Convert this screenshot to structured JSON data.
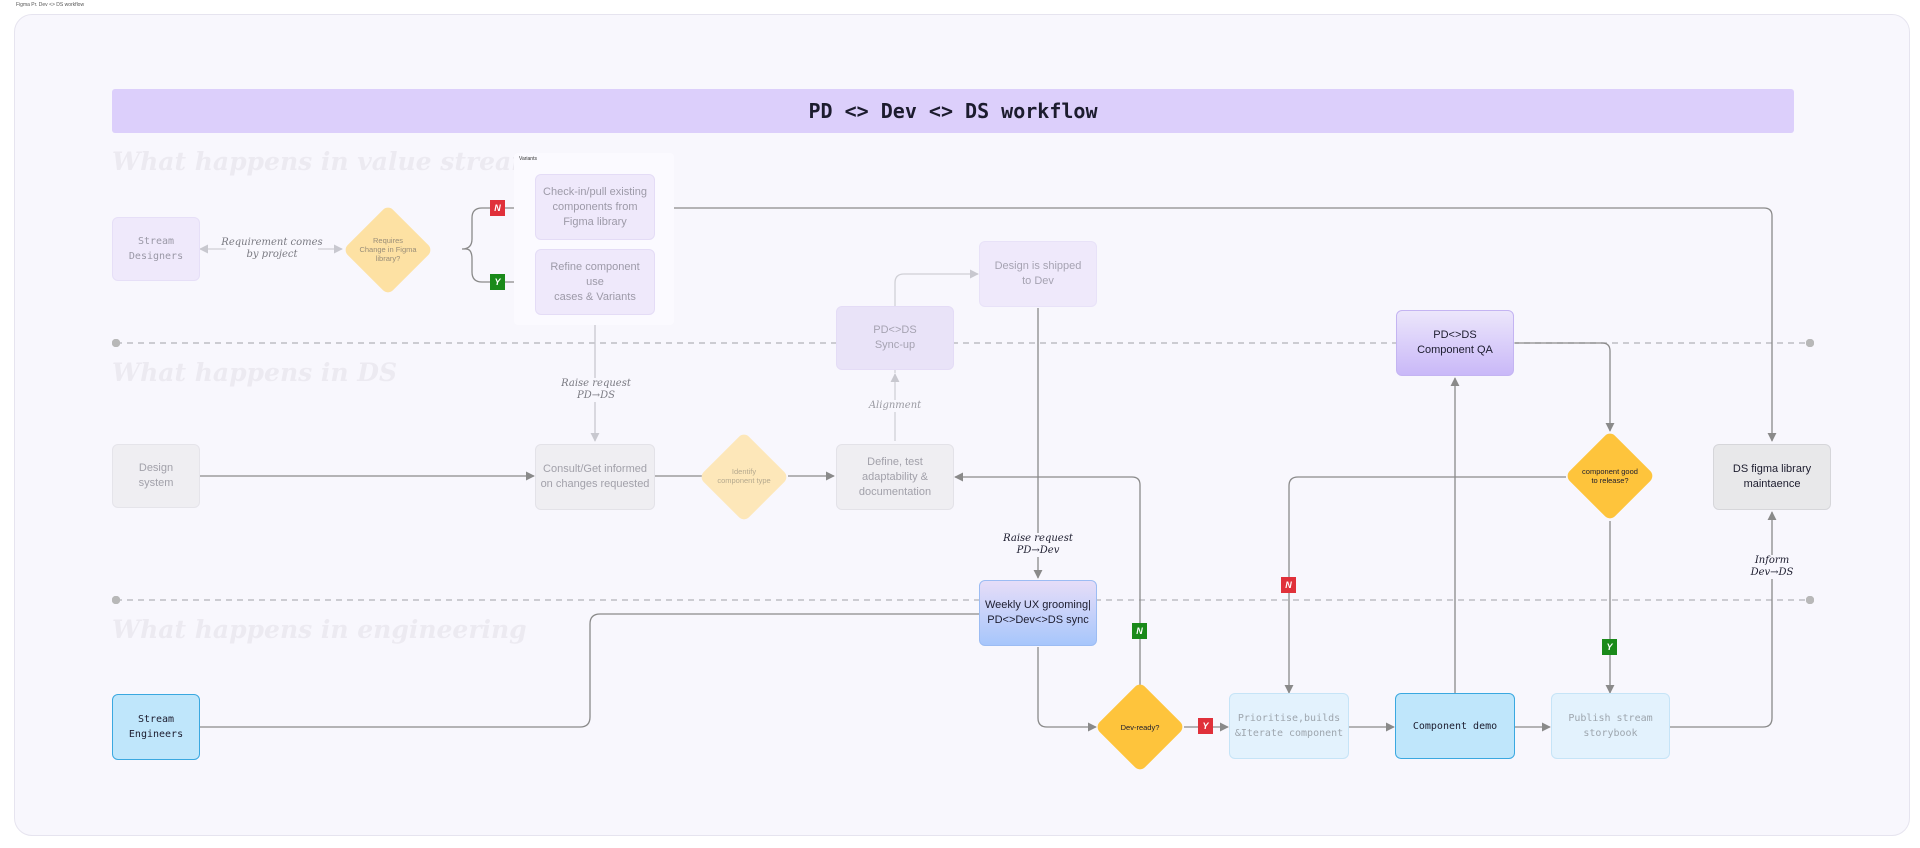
{
  "frame_label": "Figma Pr. Dev <> DS workflow",
  "title": "PD <> Dev <> DS workflow",
  "lanes": {
    "value_stream": "What happens in value stream",
    "ds": "What happens in DS",
    "engineering": "What happens in engineering"
  },
  "section_label": "Variants",
  "nodes": {
    "stream_designers": "Stream\nDesigners",
    "checkin": "Check-in/pull existing\ncomponents from\nFigma library",
    "refine": "Refine component use\ncases & Variants",
    "design_shipped": "Design is shipped\nto Dev",
    "pd_ds_sync": "PD<>DS\nSync-up",
    "pd_ds_qa": "PD<>DS\nComponent QA",
    "design_system": "Design\nsystem",
    "consult": "Consult/Get informed\non changes requested",
    "define_test": "Define, test\nadaptability &\ndocumentation",
    "ds_library": "DS figma library\nmaintaence",
    "weekly_ux": "Weekly UX grooming|\nPD<>Dev<>DS sync",
    "stream_engineers": "Stream\nEngineers",
    "prioritise": "Prioritise,builds\n&Iterate component",
    "component_demo": "Component demo",
    "publish": "Publish stream\nstorybook"
  },
  "decisions": {
    "requires_change": "Requires\nChange in Figma\nlibrary?",
    "identify_type": "Identify\ncomponent type",
    "component_good": "component good\nto release?",
    "dev_ready": "Dev-ready?"
  },
  "notes": {
    "requirement": "Requirement comes\nby project",
    "raise_pd_ds": "Raise request\nPD→DS",
    "alignment": "Alignment",
    "raise_pd_dev": "Raise request\nPD→Dev",
    "inform_dev_ds": "Inform\nDev→DS"
  },
  "tags": {
    "no": "N",
    "yes": "Y"
  },
  "colors": {
    "title_bg": "#dccffb",
    "decision_light": "#fde1a3",
    "decision_strong": "#fec43c",
    "no_tag": "#e0303a",
    "yes_tag": "#1a8a1a",
    "engineer_blue": "#bfe6fb",
    "qa_purple": "#c9b8f8"
  }
}
